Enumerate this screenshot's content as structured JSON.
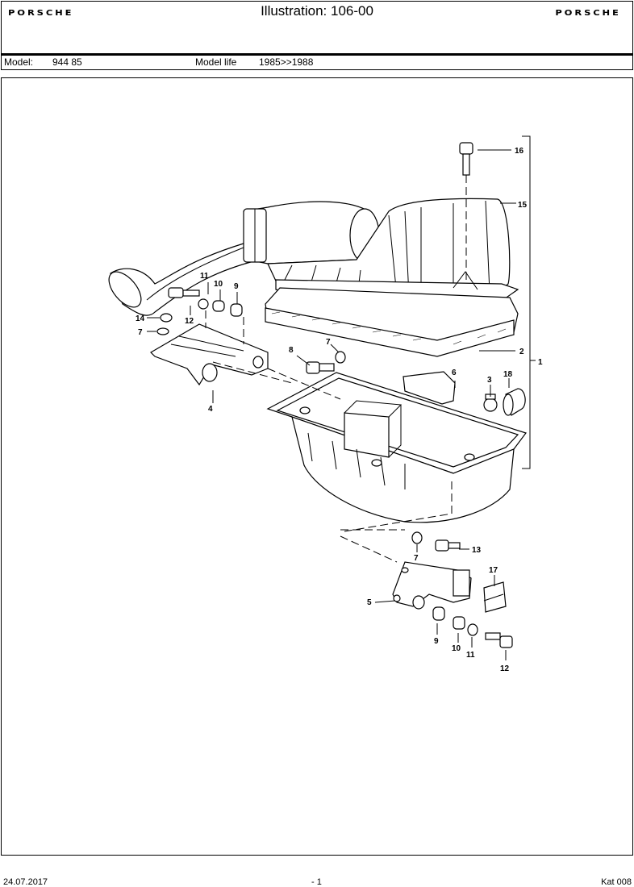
{
  "header": {
    "brand_left": "PORSCHE",
    "brand_right": "PORSCHE",
    "title": "Illustration: 106-00"
  },
  "model_bar": {
    "model_label": "Model:",
    "model_value": "944 85",
    "life_label": "Model life",
    "life_value": "1985>>1988"
  },
  "callouts": {
    "c1": "1",
    "c2": "2",
    "c3": "3",
    "c4": "4",
    "c5": "5",
    "c6": "6",
    "c7a": "7",
    "c7b": "7",
    "c7c": "7",
    "c8": "8",
    "c9a": "9",
    "c9b": "9",
    "c10a": "10",
    "c10b": "10",
    "c11a": "11",
    "c11b": "11",
    "c12a": "12",
    "c12b": "12",
    "c13": "13",
    "c14": "14",
    "c15": "15",
    "c16": "16",
    "c17": "17",
    "c18": "18"
  },
  "footer": {
    "date": "24.07.2017",
    "page": "- 1",
    "catalog": "Kat 008"
  }
}
